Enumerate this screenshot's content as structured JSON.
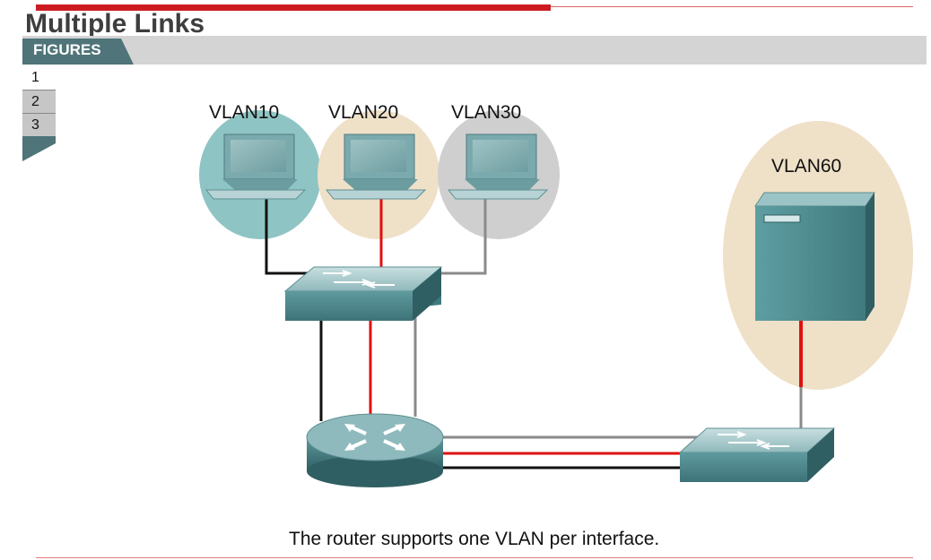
{
  "title": "Multiple Links",
  "figures_label": "FIGURES",
  "nav": [
    {
      "label": "1",
      "state": "active"
    },
    {
      "label": "2",
      "state": "inactive"
    },
    {
      "label": "3",
      "state": "inactive"
    }
  ],
  "vlans": [
    {
      "label": "VLAN10",
      "color": "#8fc4c4",
      "wire_color": "#111111"
    },
    {
      "label": "VLAN20",
      "color": "#efe0c8",
      "wire_color": "#e01010"
    },
    {
      "label": "VLAN30",
      "color": "#cfcfcf",
      "wire_color": "#8a8a8a"
    },
    {
      "label": "VLAN60",
      "color": "#efe0c8",
      "wire_color": "#e01010"
    }
  ],
  "caption": "The router supports one VLAN per interface.",
  "colors": {
    "accent_red": "#cc1c22",
    "device_teal": "#4f8a8e",
    "figures_tab": "#4f7479"
  }
}
